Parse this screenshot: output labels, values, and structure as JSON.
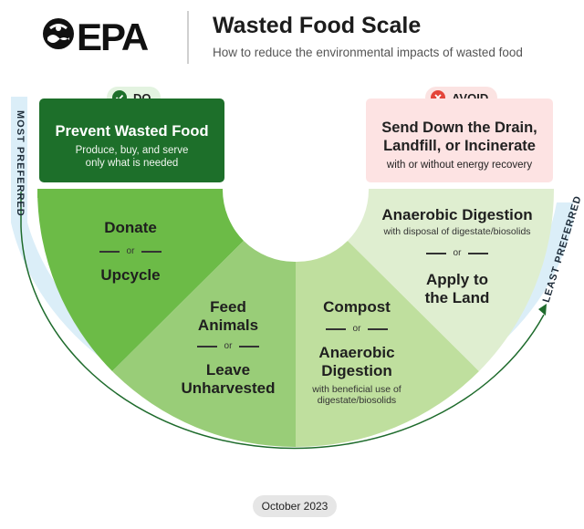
{
  "header": {
    "logo_text": "EPA",
    "title": "Wasted Food Scale",
    "subtitle": "How to reduce the environmental impacts of wasted food"
  },
  "pills": {
    "do": "DO",
    "avoid": "AVOID"
  },
  "do_box": {
    "title": "Prevent Wasted Food",
    "subtitle_line1": "Produce, buy, and serve",
    "subtitle_line2": "only what is needed"
  },
  "avoid_box": {
    "title_line1": "Send Down the Drain,",
    "title_line2": "Landfill, or Incinerate",
    "subtitle": "with or without energy recovery"
  },
  "segments": {
    "donate": {
      "top": "Donate",
      "or": "or",
      "bottom": "Upcycle"
    },
    "feed": {
      "top_line1": "Feed",
      "top_line2": "Animals",
      "or": "or",
      "bottom_line1": "Leave",
      "bottom_line2": "Unharvested"
    },
    "compost": {
      "top": "Compost",
      "or": "or",
      "bottom_line1": "Anaerobic",
      "bottom_line2": "Digestion",
      "note_line1": "with beneficial use of",
      "note_line2": "digestate/biosolids"
    },
    "anaerobic": {
      "top": "Anaerobic Digestion",
      "note": "with disposal of digestate/biosolids",
      "or": "or",
      "bottom_line1": "Apply to",
      "bottom_line2": "the Land"
    }
  },
  "scale": {
    "most": "MOST PREFERRED",
    "least": "LEAST PREFERRED"
  },
  "footer": {
    "date": "October 2023"
  },
  "colors": {
    "do_green": "#1d6f2a",
    "seg1": "#6cbb47",
    "seg2": "#99cd78",
    "seg3": "#bfdf9e",
    "seg4": "#dfeed0",
    "avoid_pink": "#fde3e3",
    "arc_blue": "#dbeef8",
    "arc_green": "#1e6b2c"
  }
}
